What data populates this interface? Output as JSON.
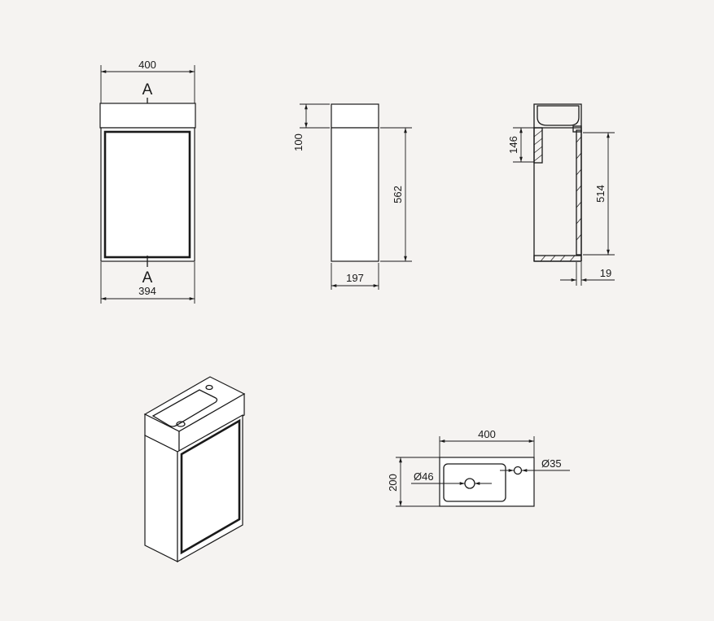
{
  "front_view": {
    "width_top": "400",
    "width_bottom": "394",
    "section_label_top": "A",
    "section_label_bottom": "A"
  },
  "side_view": {
    "top_height": "100",
    "cabinet_height": "562",
    "depth": "197"
  },
  "section_view": {
    "wall_height": "146",
    "inner_height": "514",
    "thickness": "19"
  },
  "top_view": {
    "width": "400",
    "depth": "200",
    "drain_diameter": "Ø46",
    "tap_hole_diameter": "Ø35"
  }
}
